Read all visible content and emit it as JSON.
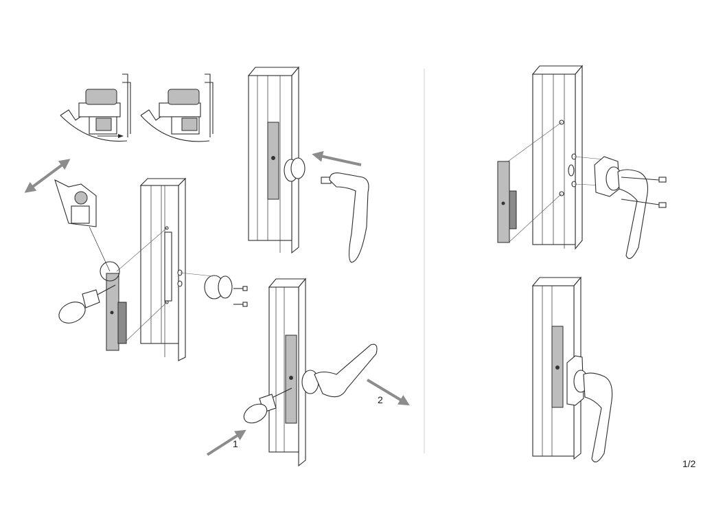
{
  "page": {
    "number": "1/2"
  },
  "steps": {
    "step1": "1",
    "step2": "2"
  },
  "colors": {
    "line": "#2a2a2a",
    "arrow": "#8c8c8c",
    "part_fill": "#bdbdbd",
    "divider": "#cfcfcf"
  },
  "icons": [
    "screwdriver-icon",
    "handle-icon",
    "screw-icon",
    "rosette-icon",
    "window-profile-icon"
  ]
}
